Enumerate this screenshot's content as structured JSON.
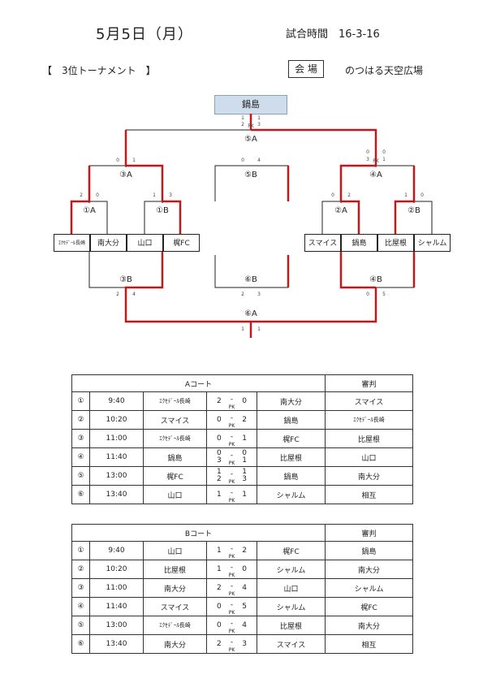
{
  "header": {
    "date": "5月5日（月）",
    "match_time": "試合時間　16-3-16",
    "subtitle": "【　3位トーナメント　】",
    "venue_label": "会 場",
    "venue_name": "のつはる天空広場"
  },
  "bracket": {
    "winner": "鍋島",
    "nodes": {
      "n5A": "⑤A",
      "n5B": "⑤B",
      "n3A": "③A",
      "n4A": "④A",
      "n1A": "①A",
      "n1B": "①B",
      "n2A": "②A",
      "n2B": "②B",
      "n3B": "③B",
      "n6B": "⑥B",
      "n4B": "④B",
      "n6A": "⑥A"
    },
    "teams": [
      "ｴｸｾﾃﾞｰﾙ長崎",
      "南大分",
      "山口",
      "梶FC",
      "スマイス",
      "鍋島",
      "比屋根",
      "シャルム"
    ],
    "scores": {
      "s5A_l": "1",
      "s5A_l2": "2",
      "s5A_r": "1",
      "s5A_r2": "3",
      "s5A_pk": "PK",
      "s3A_l": "0",
      "s3A_r": "1",
      "s5B_l": "0",
      "s5B_r": "4",
      "s4A_l": "0",
      "s4A_l2": "3",
      "s4A_r": "0",
      "s4A_r2": "1",
      "s4A_pk": "PK",
      "s1A_l": "2",
      "s1A_r": "0",
      "s1B_l": "1",
      "s1B_r": "3",
      "s2A_l": "0",
      "s2A_r": "2",
      "s2B_l": "1",
      "s2B_r": "0",
      "s3B_l": "2",
      "s3B_r": "4",
      "s6B_l": "2",
      "s6B_r": "3",
      "s4B_l": "0",
      "s4B_r": "5",
      "s6A_l": "1",
      "s6A_r": "1"
    }
  },
  "table_a": {
    "title": "Aコート",
    "referee_header": "審判",
    "rows": [
      {
        "no": "①",
        "time": "9:40",
        "home": "ｴｸｾﾃﾞｰﾙ長崎",
        "hs": "2",
        "as": "0",
        "hpk": "",
        "apk": "",
        "away": "南大分",
        "ref": "スマイス"
      },
      {
        "no": "②",
        "time": "10:20",
        "home": "スマイス",
        "hs": "0",
        "as": "2",
        "hpk": "",
        "apk": "",
        "away": "鍋島",
        "ref": "ｴｸｾﾃﾞｰﾙ長崎"
      },
      {
        "no": "③",
        "time": "11:00",
        "home": "ｴｸｾﾃﾞｰﾙ長崎",
        "hs": "0",
        "as": "1",
        "hpk": "",
        "apk": "",
        "away": "梶FC",
        "ref": "比屋根"
      },
      {
        "no": "④",
        "time": "11:40",
        "home": "鍋島",
        "hs": "0",
        "as": "0",
        "hpk": "3",
        "apk": "1",
        "away": "比屋根",
        "ref": "山口"
      },
      {
        "no": "⑤",
        "time": "13:00",
        "home": "梶FC",
        "hs": "1",
        "as": "1",
        "hpk": "2",
        "apk": "3",
        "away": "鍋島",
        "ref": "南大分"
      },
      {
        "no": "⑥",
        "time": "13:40",
        "home": "山口",
        "hs": "1",
        "as": "1",
        "hpk": "",
        "apk": "",
        "away": "シャルム",
        "ref": "相互"
      }
    ]
  },
  "table_b": {
    "title": "Bコート",
    "referee_header": "審判",
    "rows": [
      {
        "no": "①",
        "time": "9:40",
        "home": "山口",
        "hs": "1",
        "as": "2",
        "hpk": "",
        "apk": "",
        "away": "梶FC",
        "ref": "鍋島"
      },
      {
        "no": "②",
        "time": "10:20",
        "home": "比屋根",
        "hs": "1",
        "as": "0",
        "hpk": "",
        "apk": "",
        "away": "シャルム",
        "ref": "南大分"
      },
      {
        "no": "③",
        "time": "11:00",
        "home": "南大分",
        "hs": "2",
        "as": "4",
        "hpk": "",
        "apk": "",
        "away": "山口",
        "ref": "シャルム"
      },
      {
        "no": "④",
        "time": "11:40",
        "home": "スマイス",
        "hs": "0",
        "as": "5",
        "hpk": "",
        "apk": "",
        "away": "シャルム",
        "ref": "梶FC"
      },
      {
        "no": "⑤",
        "time": "13:00",
        "home": "ｴｸｾﾃﾞｰﾙ長崎",
        "hs": "0",
        "as": "4",
        "hpk": "",
        "apk": "",
        "away": "比屋根",
        "ref": "南大分"
      },
      {
        "no": "⑥",
        "time": "13:40",
        "home": "南大分",
        "hs": "2",
        "as": "3",
        "hpk": "",
        "apk": "",
        "away": "スマイス",
        "ref": "相互"
      }
    ],
    "dash": "-",
    "pk": "PK"
  }
}
